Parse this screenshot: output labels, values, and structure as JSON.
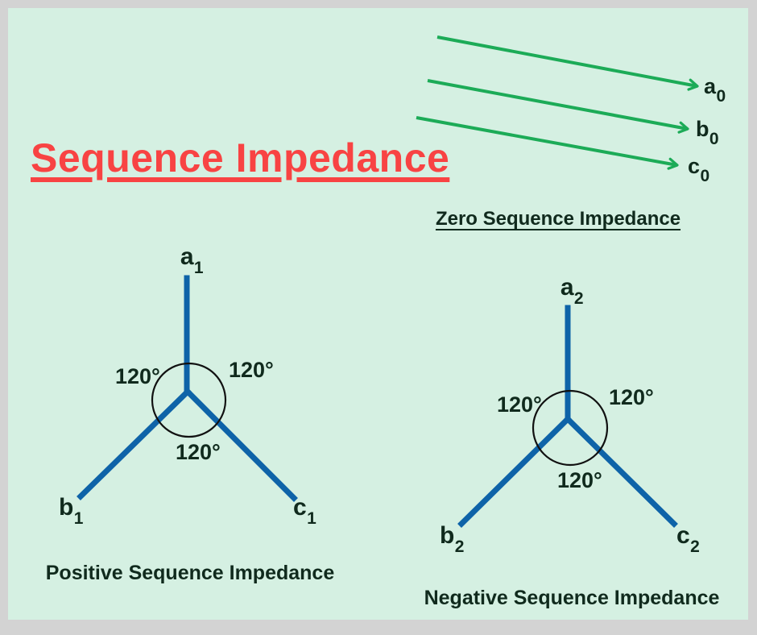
{
  "title": "Sequence Impedance",
  "zero_sequence": {
    "caption": "Zero Sequence Impedance",
    "phasors": [
      {
        "base": "a",
        "sub": "0"
      },
      {
        "base": "b",
        "sub": "0"
      },
      {
        "base": "c",
        "sub": "0"
      }
    ]
  },
  "positive_sequence": {
    "caption": "Positive Sequence Impedance",
    "phasors": [
      {
        "base": "a",
        "sub": "1"
      },
      {
        "base": "b",
        "sub": "1"
      },
      {
        "base": "c",
        "sub": "1"
      }
    ],
    "angles": [
      "120°",
      "120°",
      "120°"
    ]
  },
  "negative_sequence": {
    "caption": "Negative Sequence Impedance",
    "phasors": [
      {
        "base": "a",
        "sub": "2"
      },
      {
        "base": "b",
        "sub": "2"
      },
      {
        "base": "c",
        "sub": "2"
      }
    ],
    "angles": [
      "120°",
      "120°",
      "120°"
    ]
  },
  "colors": {
    "panel_background": "#d5f0e2",
    "outer_border": "#d3d3d3",
    "title_red": "#f84343",
    "arrow_green": "#1cab57",
    "phasor_blue": "#0e63a8",
    "text_dark": "#102a1d",
    "circle_black": "#111111"
  }
}
